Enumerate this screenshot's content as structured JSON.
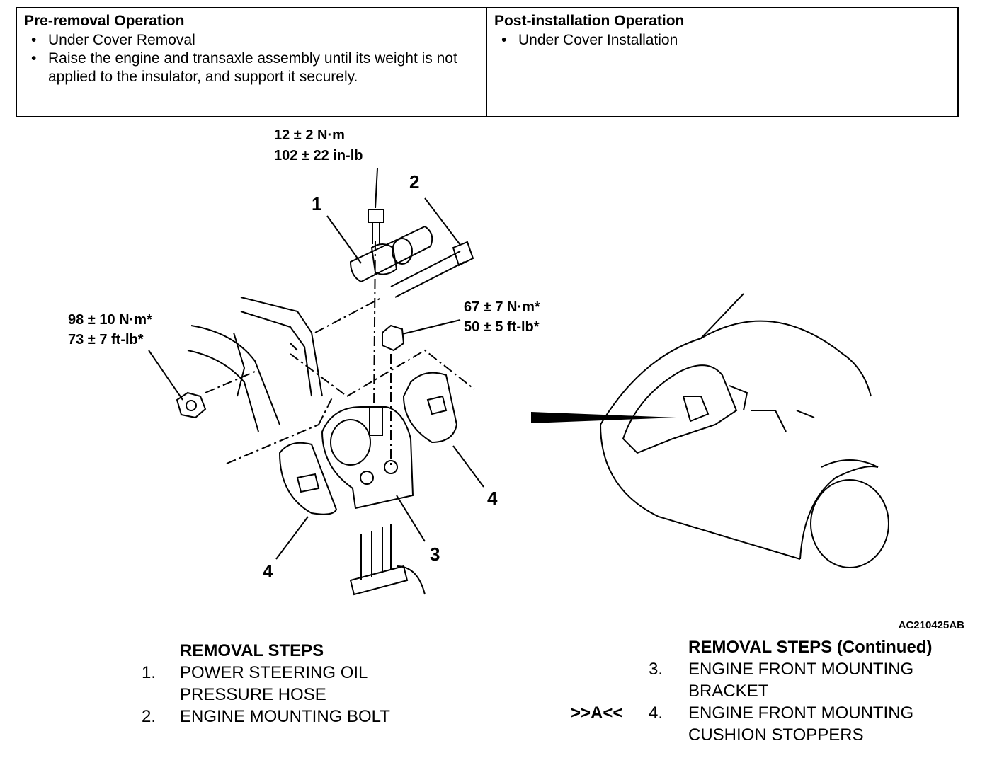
{
  "pre_removal": {
    "title": "Pre-removal Operation",
    "items": [
      "Under Cover Removal",
      "Raise the engine and transaxle assembly until its weight is not applied to the insulator, and support it securely."
    ]
  },
  "post_installation": {
    "title": "Post-installation Operation",
    "items": [
      "Under Cover Installation"
    ]
  },
  "diagram": {
    "torque_top_nm": "12 ± 2 N·m",
    "torque_top_inlb": "102 ± 22 in-lb",
    "torque_left_nm": "98 ± 10 N·m*",
    "torque_left_ftlb": "73 ± 7 ft-lb*",
    "torque_right_nm": "67 ± 7 N·m*",
    "torque_right_ftlb": "50 ± 5 ft-lb*",
    "callout_1": "1",
    "callout_2": "2",
    "callout_3": "3",
    "callout_4a": "4",
    "callout_4b": "4",
    "figure_code": "AC210425AB"
  },
  "removal_steps": {
    "title": "REMOVAL STEPS",
    "items": [
      {
        "num": "1.",
        "lines": [
          "POWER STEERING OIL",
          "PRESSURE HOSE"
        ]
      },
      {
        "num": "2.",
        "lines": [
          "ENGINE MOUNTING BOLT"
        ]
      }
    ]
  },
  "removal_steps_continued": {
    "title": "REMOVAL STEPS (Continued)",
    "items": [
      {
        "num": "3.",
        "ref": "",
        "lines": [
          "ENGINE FRONT MOUNTING",
          "BRACKET"
        ]
      },
      {
        "num": "4.",
        "ref": ">>A<<",
        "lines": [
          "ENGINE FRONT MOUNTING",
          "CUSHION STOPPERS"
        ]
      }
    ]
  }
}
